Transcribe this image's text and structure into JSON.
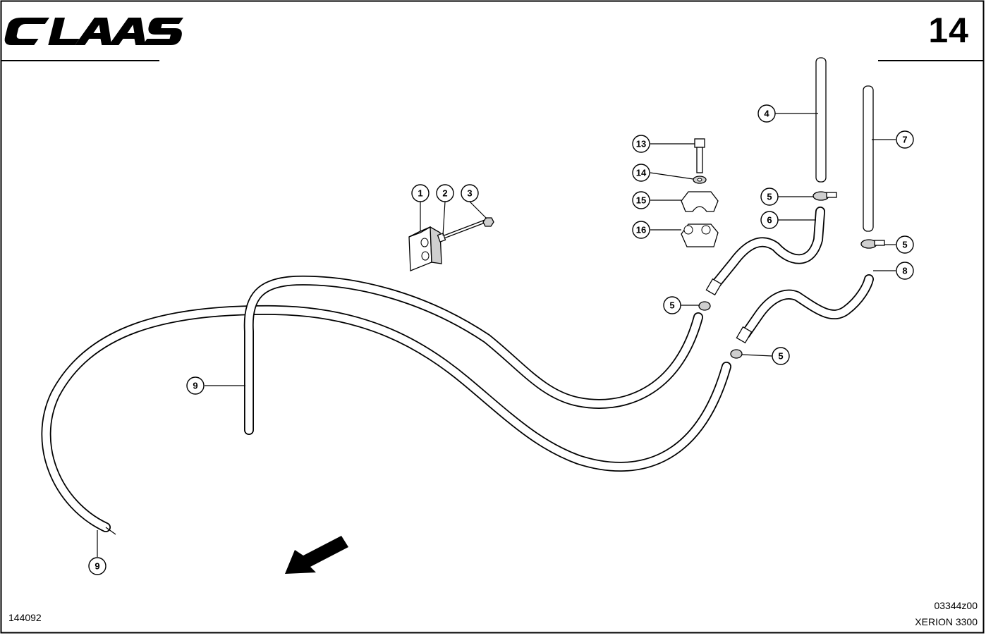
{
  "header": {
    "brand_logo_text": "CLAAS",
    "page_number": "14"
  },
  "footer": {
    "drawing_number": "144092",
    "reference_code": "03344z00",
    "model_name": "XERION 3300"
  },
  "callouts": {
    "c1": "1",
    "c2": "2",
    "c3": "3",
    "c4": "4",
    "c5a": "5",
    "c5b": "5",
    "c5c": "5",
    "c5d": "5",
    "c6": "6",
    "c7": "7",
    "c8": "8",
    "c9a": "9",
    "c9b": "9",
    "c13": "13",
    "c14": "14",
    "c15": "15",
    "c16": "16"
  },
  "icons": {
    "direction_arrow": "direction-arrow-icon",
    "brand_logo": "claas-logo-icon"
  }
}
